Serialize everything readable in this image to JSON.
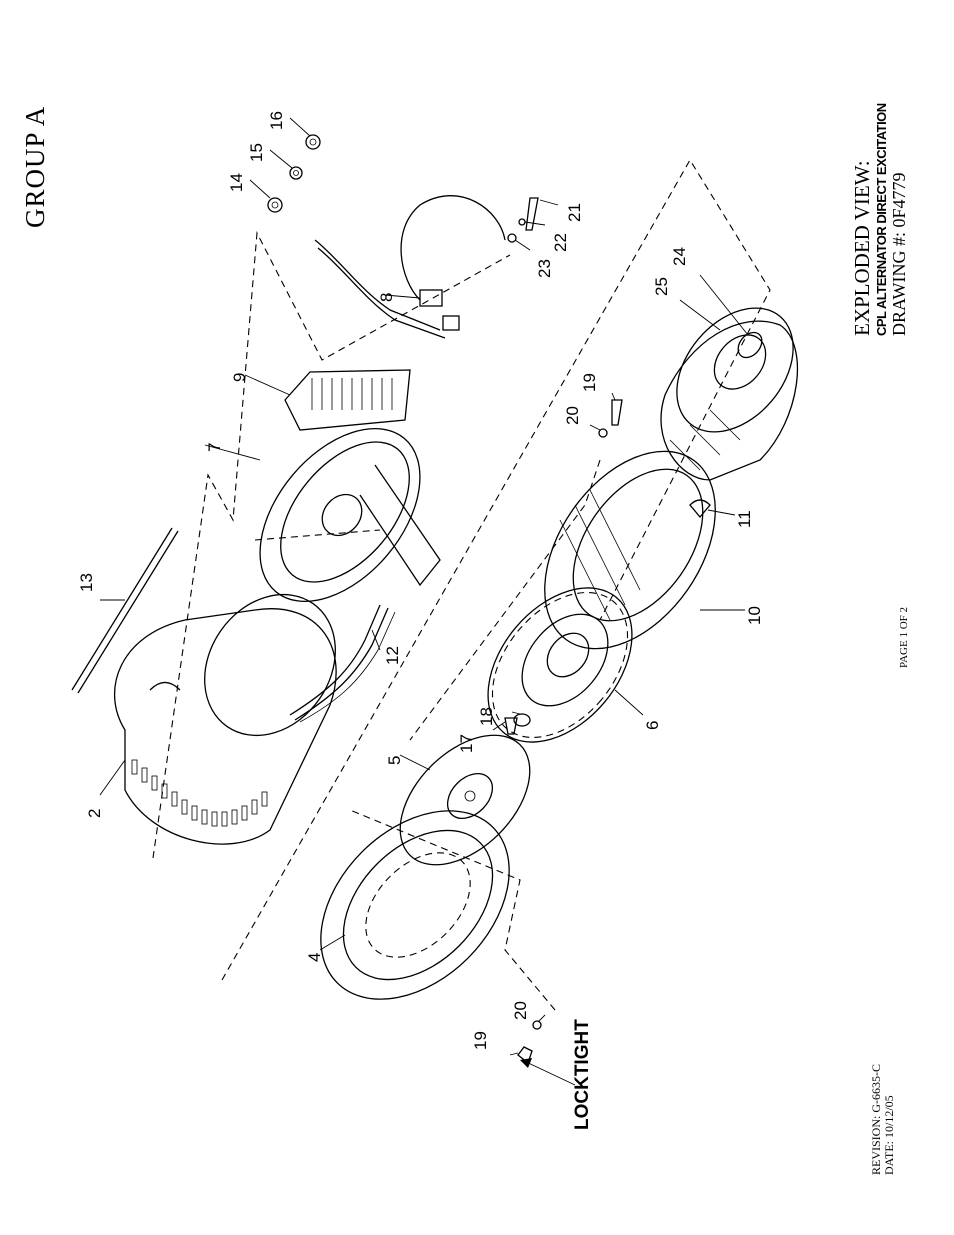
{
  "header": {
    "group_title": "GROUP A"
  },
  "title_block": {
    "line1": "EXPLODED VIEW:",
    "line2": "CPL ALTERNATOR DIRECT EXCITATION",
    "line3": "DRAWING #: 0F4779"
  },
  "footer": {
    "page": "PAGE 1 OF 2",
    "revision": "REVISION: G-6635-C",
    "date": "DATE:  10/12/05"
  },
  "annotations": {
    "locktight": "LOCKTIGHT"
  },
  "callouts": [
    {
      "id": "c2",
      "label": "2"
    },
    {
      "id": "c4",
      "label": "4"
    },
    {
      "id": "c5",
      "label": "5"
    },
    {
      "id": "c6",
      "label": "6"
    },
    {
      "id": "c7",
      "label": "7"
    },
    {
      "id": "c8",
      "label": "8"
    },
    {
      "id": "c9",
      "label": "9"
    },
    {
      "id": "c10",
      "label": "10"
    },
    {
      "id": "c11",
      "label": "11"
    },
    {
      "id": "c12",
      "label": "12"
    },
    {
      "id": "c13",
      "label": "13"
    },
    {
      "id": "c14",
      "label": "14"
    },
    {
      "id": "c15",
      "label": "15"
    },
    {
      "id": "c16",
      "label": "16"
    },
    {
      "id": "c17",
      "label": "17"
    },
    {
      "id": "c18",
      "label": "18"
    },
    {
      "id": "c19a",
      "label": "19"
    },
    {
      "id": "c19b",
      "label": "19"
    },
    {
      "id": "c20a",
      "label": "20"
    },
    {
      "id": "c20b",
      "label": "20"
    },
    {
      "id": "c21",
      "label": "21"
    },
    {
      "id": "c22",
      "label": "22"
    },
    {
      "id": "c23",
      "label": "23"
    },
    {
      "id": "c24",
      "label": "24"
    },
    {
      "id": "c25",
      "label": "25"
    }
  ]
}
